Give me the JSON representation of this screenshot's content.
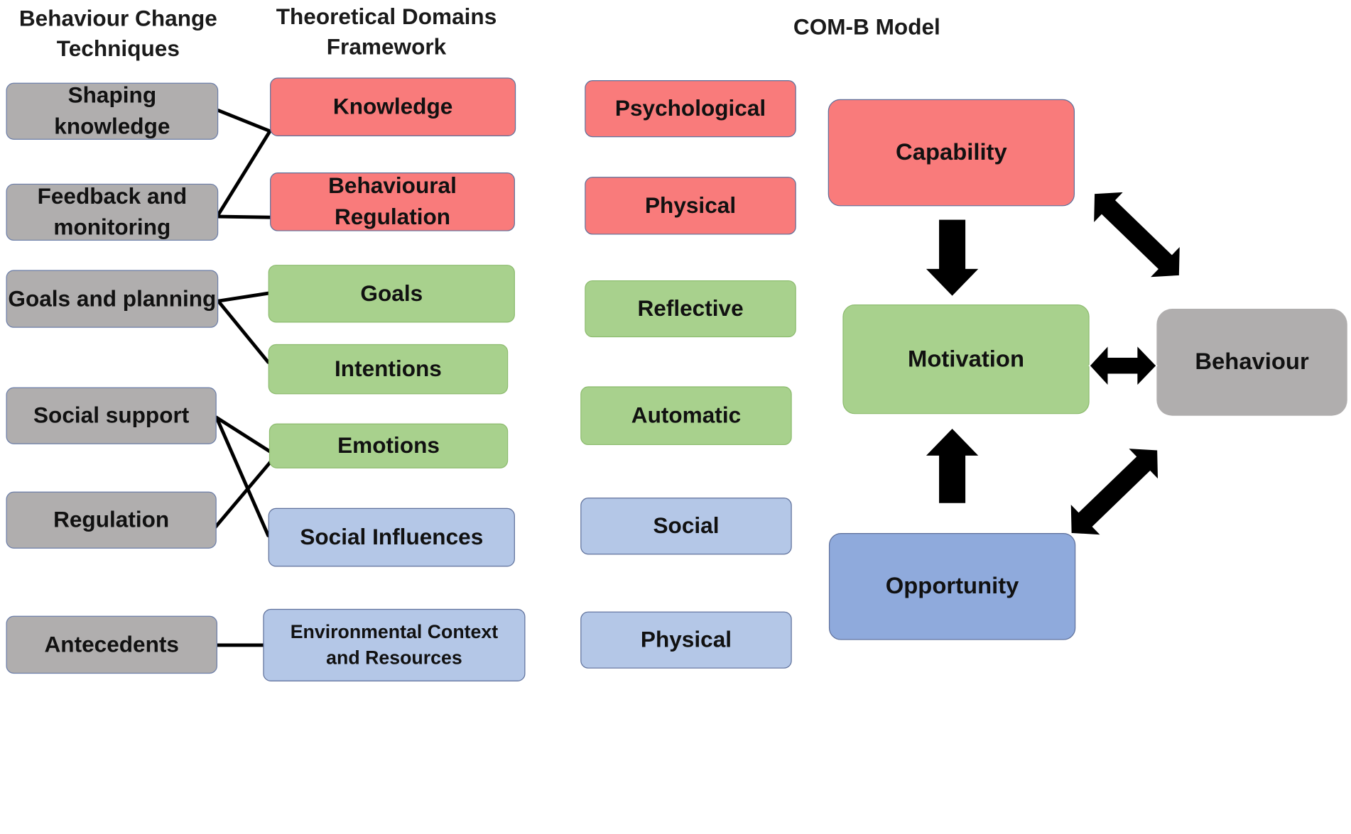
{
  "headers": {
    "bct": "Behaviour Change Techniques",
    "tdf": "Theoretical Domains Framework",
    "comb": "COM-B Model"
  },
  "bct_boxes": [
    "Shaping knowledge",
    "Feedback and monitoring",
    "Goals and planning",
    "Social support",
    "Regulation",
    "Antecedents"
  ],
  "tdf_boxes": [
    "Knowledge",
    "Behavioural Regulation",
    "Goals",
    "Intentions",
    "Emotions",
    "Social Influences",
    "Environmental Context and Resources"
  ],
  "comb_components": [
    "Psychological",
    "Physical",
    "Reflective",
    "Automatic",
    "Social",
    "Physical"
  ],
  "comb_model": {
    "capability": "Capability",
    "motivation": "Motivation",
    "opportunity": "Opportunity",
    "behaviour": "Behaviour"
  },
  "colors": {
    "capability": "#f97b7b",
    "motivation": "#a8d18d",
    "opportunity_light": "#b4c7e7",
    "opportunity_dark": "#8faadc",
    "technique": "#b0aeae"
  }
}
